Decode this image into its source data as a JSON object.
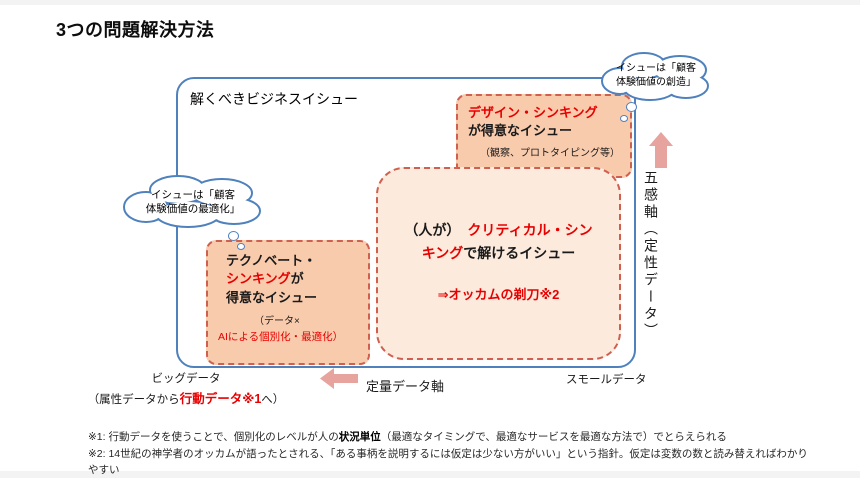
{
  "title": "3つの問題解決方法",
  "frame": {
    "label": "解くべきビジネスイシュー"
  },
  "design_box": {
    "line1": "デザイン・シンキング",
    "line2": "が得意なイシュー",
    "line3": "（観察、プロトタイピング等）"
  },
  "critical_box": {
    "line1_black": "（人が）",
    "line1_red": "クリティカル・シン",
    "line2_red": "キング",
    "line2_black": "で解けるイシュー",
    "line3": "⇒オッカムの剃刀※2"
  },
  "technovate_box": {
    "line1": "テクノベート・",
    "line2_red": "シンキング",
    "line2_black": "が",
    "line3": "得意なイシュー",
    "line4": "（データ×",
    "line5": "AIによる個別化・最適化）"
  },
  "cloud_right": {
    "line1": "イシューは「顧客",
    "line2": "体験価値の創造」"
  },
  "cloud_left": {
    "line1": "イシューは「顧客",
    "line2": "体験価値の最適化」"
  },
  "right_axis_label": "五感軸（定性データ）",
  "bottom_axis": {
    "big_data": "ビッグデータ",
    "big_data_sub_a": "（属性データから",
    "big_data_sub_b": "行動データ※1",
    "big_data_sub_c": "へ）",
    "quant_label": "定量データ軸",
    "small_data": "スモールデータ"
  },
  "footnotes": {
    "f1_a": "※1: 行動データを使うことで、個別化のレベルが人の",
    "f1_b": "状況単位",
    "f1_c": "（最適なタイミングで、最適なサービスを最適な方法で）でとらえられる",
    "f2": "※2: 14世紀の神学者のオッカムが語ったとされる、「ある事柄を説明するには仮定は少ない方がいい」という指針。仮定は変数の数と読み替えればわかりやすい"
  },
  "colors": {
    "frame_blue": "#4f81bd",
    "box_peach": "#f8cbad",
    "box_light_peach": "#fcebdd",
    "dashed_red": "#cf5f4f",
    "text_red": "#e80000",
    "arrow_pink": "#e7a39e"
  }
}
